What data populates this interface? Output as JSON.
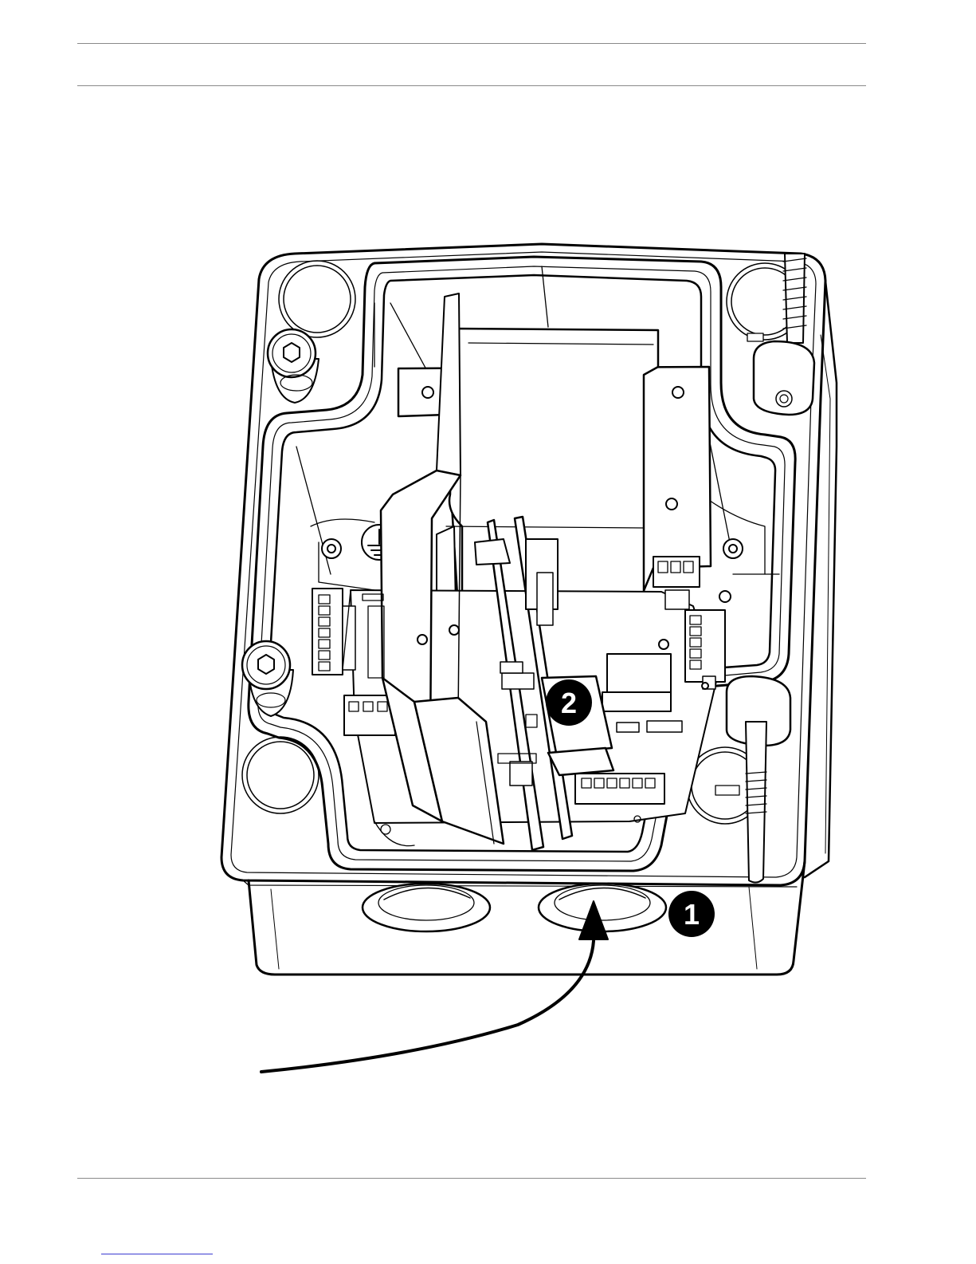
{
  "figure": {
    "callouts": [
      {
        "number": "1",
        "target": "cable-gland-entry"
      },
      {
        "number": "2",
        "target": "connector-board"
      }
    ],
    "colors": {
      "line": "#000000",
      "fill": "#ffffff",
      "callout_bg": "#000000",
      "callout_text": "#ffffff"
    },
    "icons": [
      "ground-symbol-icon"
    ]
  }
}
